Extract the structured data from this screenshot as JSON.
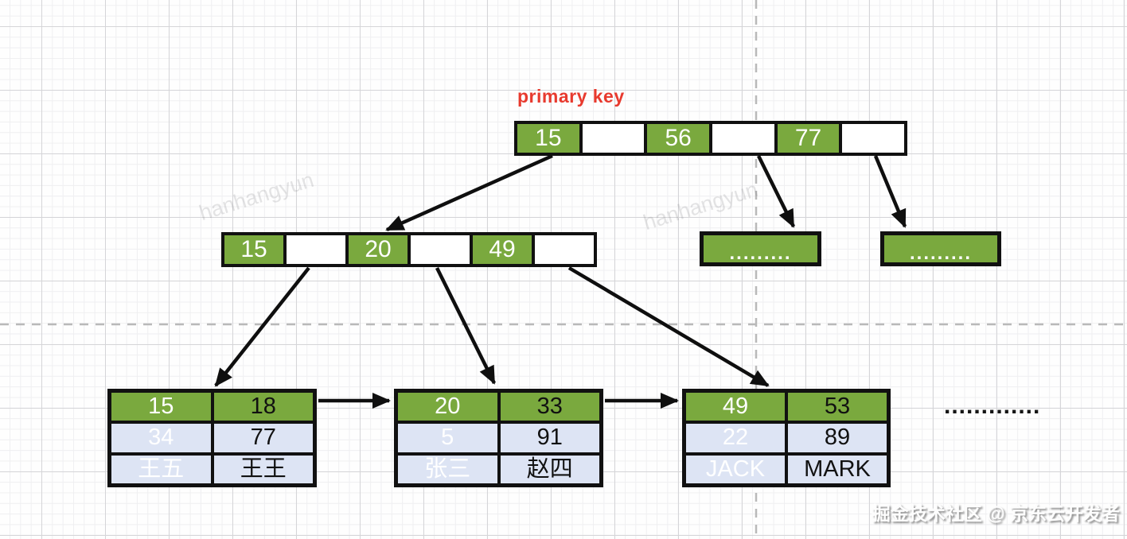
{
  "label": {
    "primary_key": "primary key"
  },
  "tree": {
    "root": {
      "keys": [
        "15",
        "56",
        "77"
      ]
    },
    "internal": {
      "keys": [
        "15",
        "20",
        "49"
      ]
    },
    "overflow_left": {
      "dots": "........."
    },
    "overflow_right": {
      "dots": "........."
    },
    "leaves": [
      {
        "rows": [
          [
            "15",
            "18"
          ],
          [
            "34",
            "77"
          ],
          [
            "王五",
            "王王"
          ]
        ]
      },
      {
        "rows": [
          [
            "20",
            "33"
          ],
          [
            "5",
            "91"
          ],
          [
            "张三",
            "赵四"
          ]
        ]
      },
      {
        "rows": [
          [
            "49",
            "53"
          ],
          [
            "22",
            "89"
          ],
          [
            "JACK",
            "MARK"
          ]
        ]
      }
    ],
    "continuation_dots": "............."
  },
  "watermark": {
    "diagonal": "hanhangyun",
    "credit": "掘金技术社区 @ 京东云开发者"
  },
  "colors": {
    "key_green": "#7aa93e",
    "row_blue": "#dde4f4",
    "label_red": "#e83a2e"
  }
}
